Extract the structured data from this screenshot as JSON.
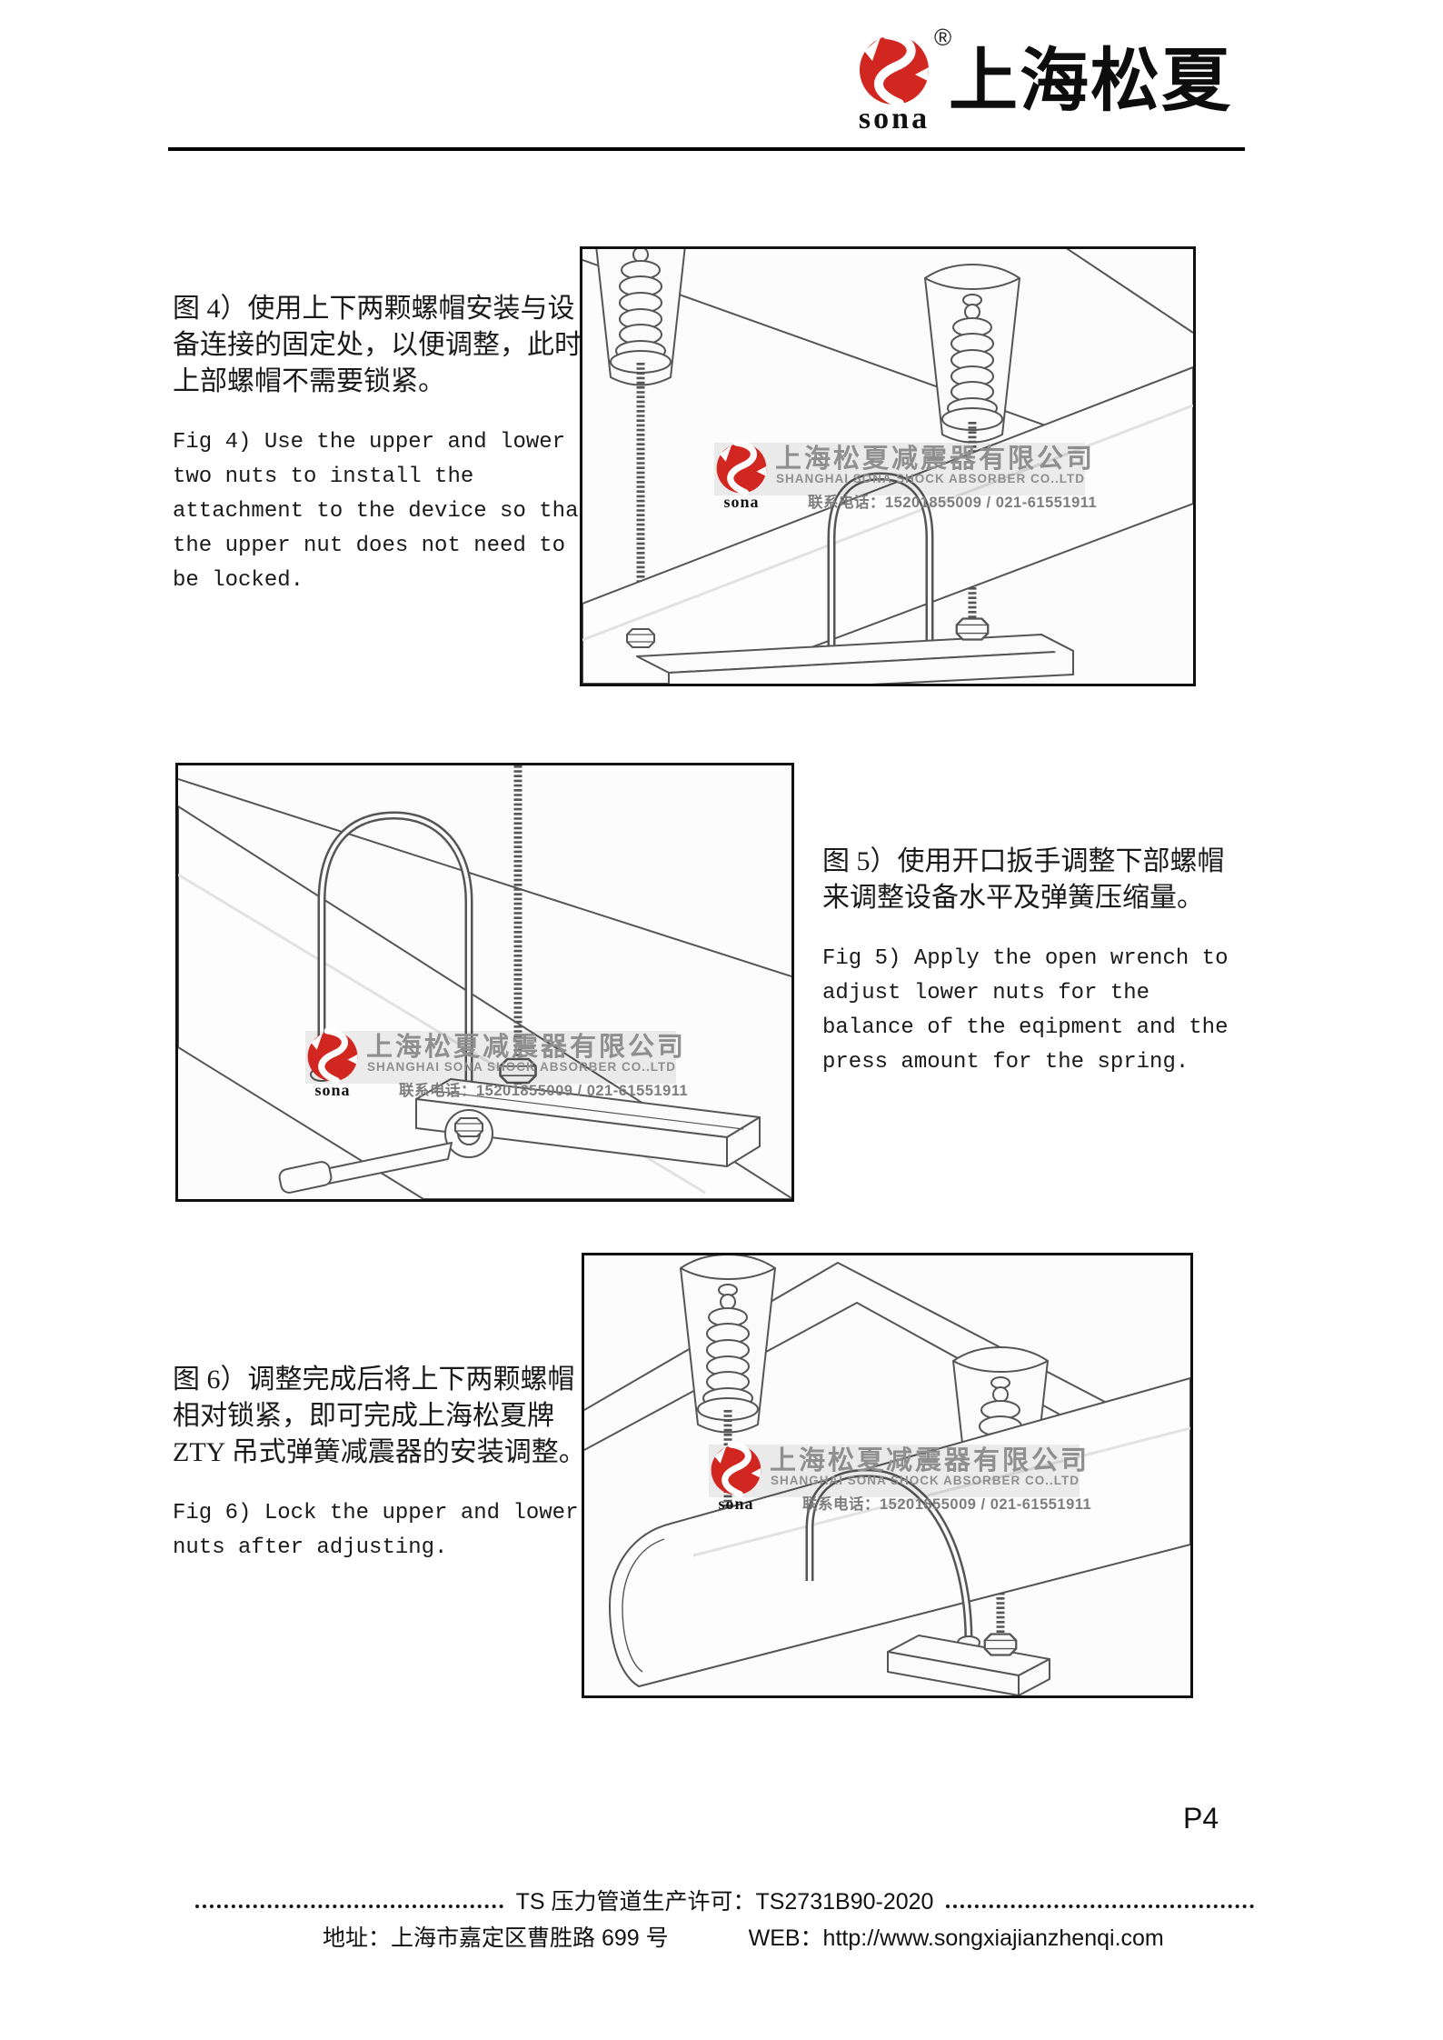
{
  "header": {
    "logo": {
      "brand": "sona",
      "registered_mark": "®"
    },
    "company_name_cn": "上海松夏"
  },
  "sections": {
    "fig4": {
      "cn_lines": [
        "图 4）使用上下两颗螺帽安装与设",
        "备连接的固定处，以便调整，此时",
        "上部螺帽不需要锁紧。"
      ],
      "en_lines": [
        "Fig 4) Use the upper and lower",
        "two nuts to install the",
        "attachment to the device so that",
        "the upper nut does not need to",
        "be locked."
      ]
    },
    "fig5": {
      "cn_lines": [
        "图 5）使用开口扳手调整下部螺帽",
        "来调整设备水平及弹簧压缩量。"
      ],
      "en_lines": [
        "Fig 5) Apply the open wrench to",
        "adjust lower nuts for the",
        "balance of the eqipment and the",
        "press amount for the spring."
      ]
    },
    "fig6": {
      "cn_lines": [
        "图 6）调整完成后将上下两颗螺帽",
        "相对锁紧，即可完成上海松夏牌",
        "ZTY 吊式弹簧减震器的安装调整。"
      ],
      "en_lines": [
        "Fig 6) Lock the upper and lower",
        "nuts after adjusting."
      ]
    }
  },
  "watermark": {
    "brand": "sona",
    "company_cn": "上海松夏减震器有限公司",
    "company_en": "SHANGHAI SONA SHOCK ABSORBER CO..LTD",
    "phone": "联系电话：15201855009 / 021-61551911"
  },
  "footer": {
    "page_number": "P4",
    "license_text": "TS 压力管道生产许可：TS2731B90-2020",
    "address": "地址：上海市嘉定区曹胜路 699 号",
    "website": "WEB：http://www.songxiajianzhenqi.com"
  },
  "colors": {
    "brand_red": "#d22620",
    "drawing_line": "#555555",
    "frame": "#111111"
  }
}
